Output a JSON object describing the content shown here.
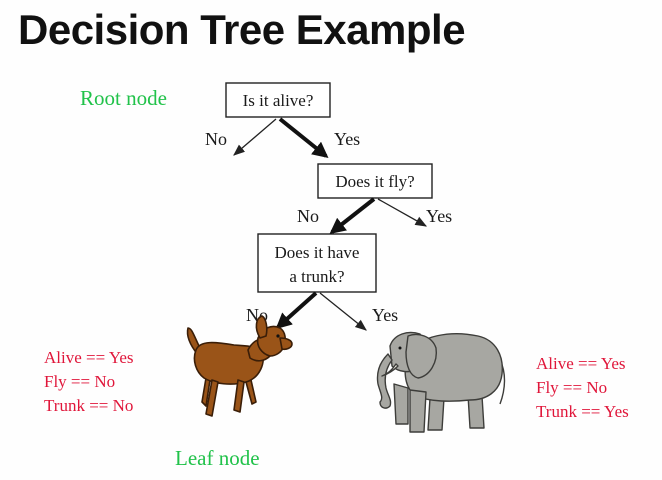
{
  "title": "Decision Tree Example",
  "labels": {
    "root_node": "Root node",
    "leaf_node": "Leaf node"
  },
  "nodes": [
    {
      "id": "alive",
      "lines": [
        "Is it alive?"
      ]
    },
    {
      "id": "fly",
      "lines": [
        "Does it fly?"
      ]
    },
    {
      "id": "trunk",
      "lines": [
        "Does it have",
        "a trunk?"
      ]
    }
  ],
  "branches": {
    "alive_no": "No",
    "alive_yes": "Yes",
    "fly_no": "No",
    "fly_yes": "Yes",
    "trunk_no": "No",
    "trunk_yes": "Yes"
  },
  "leaves": {
    "dog": [
      "Alive == Yes",
      "Fly == No",
      "Trunk == No"
    ],
    "elephant": [
      "Alive == Yes",
      "Fly == No",
      "Trunk == Yes"
    ]
  },
  "colors": {
    "green": "#21c24a",
    "red": "#e0163a",
    "dog": "#9a5418",
    "elephant": "#a7a7a2"
  },
  "icons": {
    "dog": "dog-illustration",
    "elephant": "elephant-illustration"
  }
}
